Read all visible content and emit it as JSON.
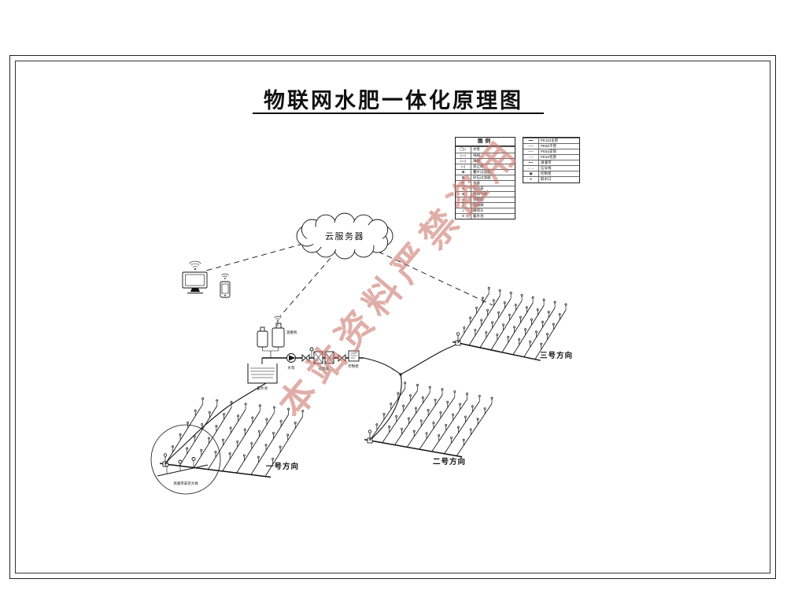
{
  "title": "物联网水肥一体化原理图",
  "watermark": "本站资料严禁盗用",
  "cloud": {
    "label": "云服务器"
  },
  "fields": [
    {
      "label": "一号方向"
    },
    {
      "label": "二号方向"
    },
    {
      "label": "三号方向"
    }
  ],
  "station": {
    "fertilizer_label": "施肥机",
    "pump_label": "水泵",
    "filter_label": "过滤器",
    "controller_label": "控制柜",
    "reservoir_label": "蓄水池"
  },
  "detail": {
    "label": "滴灌带安装大样"
  },
  "legend_main": {
    "header": "图例",
    "rows": [
      {
        "sym": "◯▷",
        "label": "水泵"
      },
      {
        "sym": "▷◁",
        "label": "闸阀"
      },
      {
        "sym": "▷◁",
        "label": "球阀"
      },
      {
        "sym": "▷|",
        "label": "逆止阀"
      },
      {
        "sym": "⊠",
        "label": "叠片过滤器"
      },
      {
        "sym": "⊞",
        "label": "砂石过滤器"
      },
      {
        "sym": "Ⓜ",
        "label": "水表"
      },
      {
        "sym": "⊙",
        "label": "压力表"
      },
      {
        "sym": "⊕",
        "label": "进排气阀"
      },
      {
        "sym": "▭",
        "label": "施肥机"
      },
      {
        "sym": "⌶",
        "label": "电磁阀"
      },
      {
        "sym": "⊥",
        "label": "微喷头"
      },
      {
        "sym": "≋",
        "label": "蓄水池"
      }
    ]
  },
  "legend_pipes": {
    "rows": [
      {
        "sym": "━━",
        "label": "PE110主管"
      },
      {
        "sym": "──",
        "label": "PE90干管"
      },
      {
        "sym": "──",
        "label": "PE63支管"
      },
      {
        "sym": "┈┈",
        "label": "PE32毛管"
      },
      {
        "sym": "╍╍",
        "label": "滴灌带"
      },
      {
        "sym": "﹘﹘",
        "label": "信号线"
      },
      {
        "sym": "▣",
        "label": "控制柜"
      },
      {
        "sym": "⌖",
        "label": "取水口"
      }
    ]
  }
}
